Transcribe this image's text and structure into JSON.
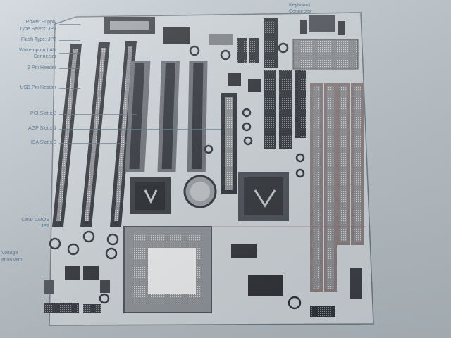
{
  "labels": {
    "top_left": "Power Supply",
    "power_type": "Type Select: JP3",
    "flash_type": "Flash Type: JP8",
    "wake_on_lan": "Wake-up on LAN",
    "wake_on_lan_2": "Connector",
    "fan_header": "3 Pin Header",
    "usb_header": "USB Pin Header",
    "pci_slot": "PCI Slot x 3",
    "agp_slot": "AGP Slot x 1",
    "isa_slot": "ISA Slot x 3",
    "clear_cmos": "Clear CMOS",
    "clear_cmos_2": "JP2",
    "voltage": "Voltage",
    "voltage_2": "ation with",
    "keyboard": "Keyboard",
    "keyboard_2": "Connector"
  },
  "colors": {
    "board": "#d7dee3",
    "slot": "#2b2f36",
    "chip": "#3a3d44",
    "trace": "#8a6a6a"
  }
}
